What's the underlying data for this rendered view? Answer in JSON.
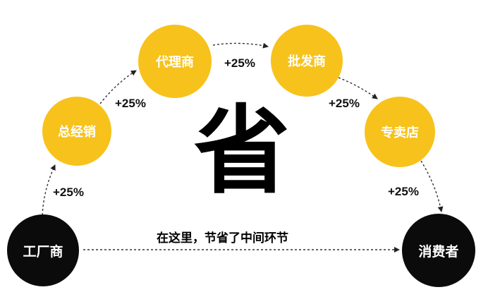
{
  "nodes": {
    "factory": "工厂商",
    "general_distributor": "总经销",
    "agent": "代理商",
    "wholesaler": "批发商",
    "retail_store": "专卖店",
    "consumer": "消费者"
  },
  "markups": [
    "+25%",
    "+25%",
    "+25%",
    "+25%",
    "+25%"
  ],
  "center_char": "省",
  "caption": "在这里，节省了中间环节",
  "colors": {
    "yellow": "#F7C21B",
    "black": "#0b0b0b",
    "text": "#111111"
  }
}
